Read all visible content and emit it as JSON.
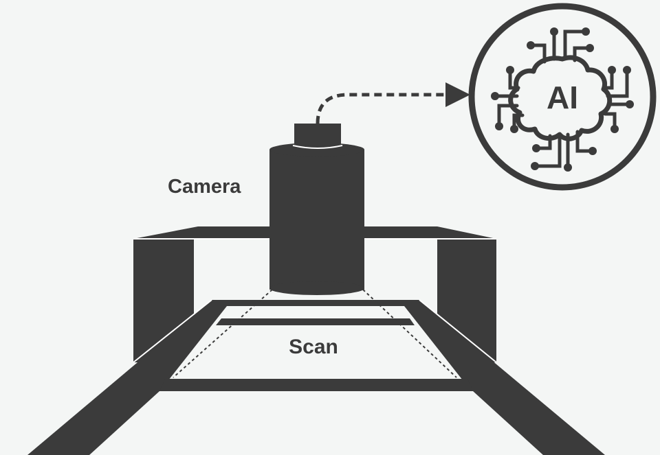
{
  "labels": {
    "camera": "Camera",
    "scan": "Scan",
    "ai": "AI"
  },
  "icons": {
    "ai_brain": "ai-brain-circuit-icon",
    "arrow": "dashed-arrow"
  },
  "colors": {
    "background": "#f4f6f5",
    "foreground": "#3b3b3b",
    "highlight": "#ffffff"
  }
}
